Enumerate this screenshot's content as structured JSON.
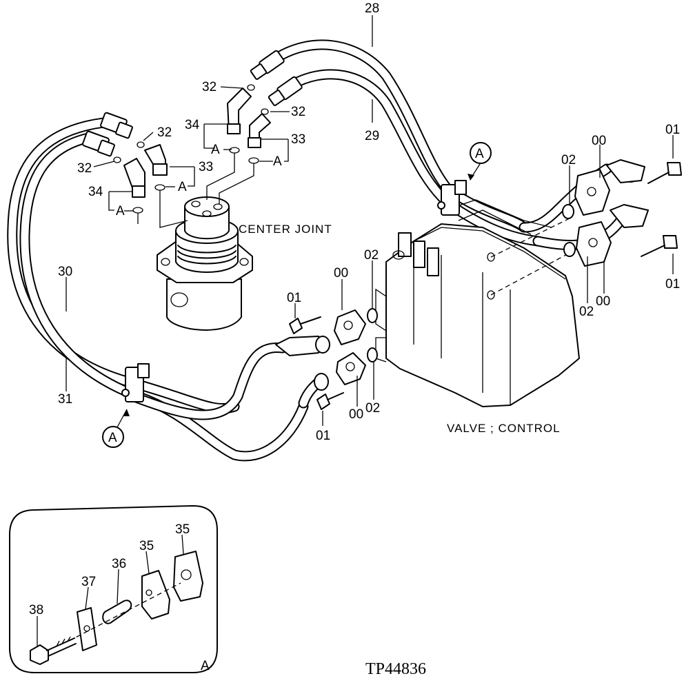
{
  "drawing_code": "TP44836",
  "titles": {
    "center_joint": "CENTER JOINT",
    "control_valve": "VALVE ; CONTROL"
  },
  "callouts": {
    "p28": "28",
    "p29": "29",
    "p30": "30",
    "p31": "31",
    "p32a": "32",
    "p32b": "32",
    "p32c": "32",
    "p32d": "32",
    "p33a": "33",
    "p33b": "33",
    "p34a": "34",
    "p34b": "34",
    "pA1": "A",
    "pA2": "A",
    "pA3": "A",
    "pA4": "A",
    "p00a": "00",
    "p00b": "00",
    "p00c": "00",
    "p00d": "00",
    "p01a": "01",
    "p01b": "01",
    "p01c": "01",
    "p01d": "01",
    "p02a": "02",
    "p02b": "02",
    "p02c": "02",
    "p02d": "02"
  },
  "detail_view": {
    "label": "A",
    "parts": {
      "p35a": "35",
      "p35b": "35",
      "p36": "36",
      "p37": "37",
      "p38": "38"
    }
  },
  "clamp_markers": {
    "left": "A",
    "right": "A"
  }
}
